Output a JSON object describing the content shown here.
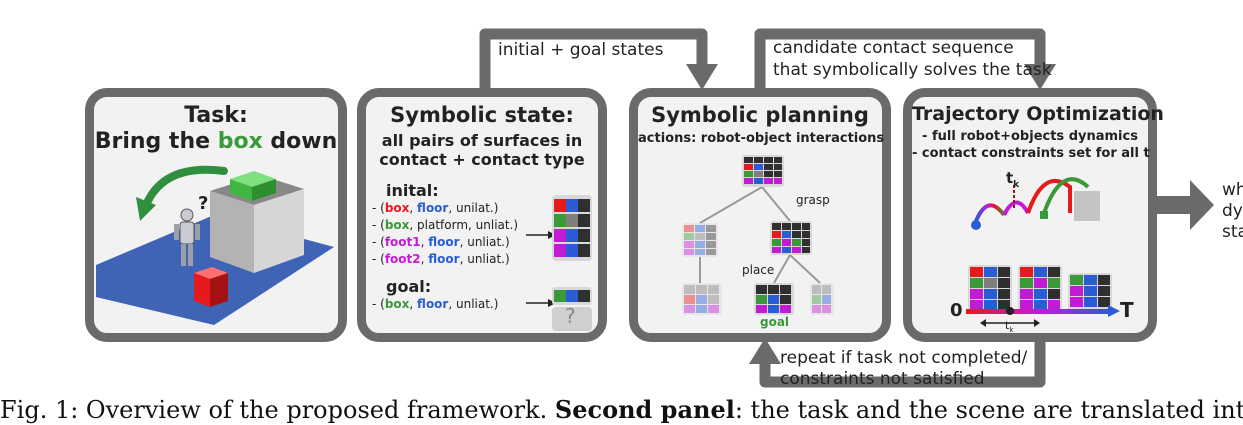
{
  "colors": {
    "frame": "#6a6a6a",
    "panel": "#f2f2f2",
    "red": "#e41a1c",
    "blue": "#2a5cd6",
    "green": "#3a9a3a",
    "magenta": "#c21bd4",
    "gray": "#7f7f7f"
  },
  "panel1": {
    "title_1": "Task:",
    "title_2a": "Bring the ",
    "title_2b": "box",
    "title_2c": " down",
    "question": "?"
  },
  "panel2": {
    "title": "Symbolic state:",
    "sub_1": "all pairs of surfaces in",
    "sub_2": "contact + contact type",
    "initial_label": "inital:",
    "rows": [
      {
        "dash": "- (",
        "a": "box",
        "sep": ", ",
        "b": "floor",
        "c": ", unilat.)"
      },
      {
        "dash": "- (",
        "a": "box",
        "sep": ", ",
        "b": "platform",
        "c": ", unliat.)"
      },
      {
        "dash": "- (",
        "a": "foot1",
        "sep": ", ",
        "b": "floor",
        "c": ", unliat.)"
      },
      {
        "dash": "- (",
        "a": "foot2",
        "sep": ", ",
        "b": "floor",
        "c": ", unliat.)"
      }
    ],
    "goal_label": "goal:",
    "goal_row": {
      "dash": "- (",
      "a": "box",
      "sep": ", ",
      "b": "floor",
      "c": ", unliat.)"
    },
    "goal_unknown": "?"
  },
  "panel3": {
    "title": "Symbolic planning",
    "sub": "actions: robot-object interactions",
    "grasp": "grasp",
    "place": "place",
    "goal": "goal"
  },
  "panel4": {
    "title": "Trajectory Optimization",
    "sub_1": "- full robot+objects dynamics",
    "sub_2": "- contact constraints set for all t",
    "tk_main": "t",
    "tk_sub": "k",
    "axis_start": "0",
    "axis_end": "T",
    "tk2_main": "t",
    "tk2_sub": "k"
  },
  "arrows": {
    "top_left": "initial + goal states",
    "top_right_1": "candidate contact sequence",
    "top_right_2": "that symbolically solves the task",
    "bottom_1": "repeat if task not completed/",
    "bottom_2": "constraints not satisfied"
  },
  "output_cut": [
    "wh",
    "dy",
    "sta"
  ],
  "caption": {
    "a": "Fig. 1: Overview of the proposed framework. ",
    "b": "Second panel",
    "c": ": the task and the scene are translated into ou"
  }
}
